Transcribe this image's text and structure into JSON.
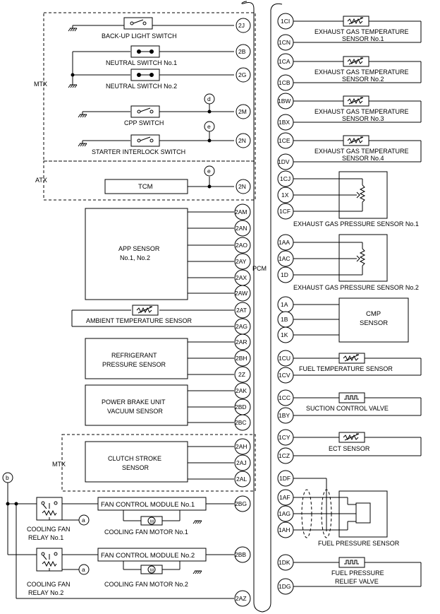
{
  "connector": {
    "label": "PCM"
  },
  "groups": {
    "mtx_top": "MTX",
    "atx": "ATX",
    "mtx_clutch": "MTX"
  },
  "left_items": [
    {
      "pin": "2J",
      "label": "BACK-UP LIGHT SWITCH"
    },
    {
      "pin": "2B",
      "label": "NEUTRAL SWITCH No.1"
    },
    {
      "pin": "2G",
      "label": "NEUTRAL SWITCH No.2"
    },
    {
      "pin": "2M",
      "label": "CPP SWITCH"
    },
    {
      "pin": "2N",
      "label": "STARTER INTERLOCK SWITCH"
    },
    {
      "pin": "2N",
      "label": "TCM"
    }
  ],
  "junctions": {
    "d": "d",
    "e1": "e",
    "e2": "e",
    "a1": "a",
    "a2": "a",
    "b": "b"
  },
  "app_sensor": {
    "label_1": "APP SENSOR",
    "label_2": "No.1, No.2",
    "pins": [
      "2AM",
      "2AN",
      "2AO",
      "2AY",
      "2AX",
      "2AW"
    ]
  },
  "ambient": {
    "label": "AMBIENT TEMPERATURE SENSOR",
    "pins": [
      "2AT",
      "2AG"
    ]
  },
  "refrigerant": {
    "label_1": "REFRIGERANT",
    "label_2": "PRESSURE SENSOR",
    "pins": [
      "2AR",
      "2BH",
      "2Z"
    ]
  },
  "brake": {
    "label_1": "POWER BRAKE UNIT",
    "label_2": "VACUUM SENSOR",
    "pins": [
      "2AK",
      "2BD",
      "2BC"
    ]
  },
  "clutch": {
    "label_1": "CLUTCH STROKE",
    "label_2": "SENSOR",
    "pins": [
      "2AH",
      "2AJ",
      "2AL"
    ]
  },
  "fan1": {
    "module": "FAN CONTROL MODULE No.1",
    "pin": "2BG",
    "motor": "COOLING FAN MOTOR No.1",
    "relay_1": "COOLING FAN",
    "relay_2": "RELAY No.1"
  },
  "fan2": {
    "module": "FAN CONTROL MODULE No.2",
    "pin": "2BB",
    "motor": "COOLING FAN MOTOR No.2",
    "relay_1": "COOLING FAN",
    "relay_2": "RELAY No.2"
  },
  "bottom_pin": "2AZ",
  "motor_symbol": "M",
  "right": {
    "egt1": {
      "pins": [
        "1CI",
        "1CN"
      ],
      "label_1": "EXHAUST GAS TEMPERATURE",
      "label_2": "SENSOR No.1"
    },
    "egt2": {
      "pins": [
        "1CA",
        "1CB"
      ],
      "label_1": "EXHAUST GAS TEMPERATURE",
      "label_2": "SENSOR No.2"
    },
    "egt3": {
      "pins": [
        "1BW",
        "1BX"
      ],
      "label_1": "EXHAUST GAS TEMPERATURE",
      "label_2": "SENSOR No.3"
    },
    "egt4": {
      "pins": [
        "1CE",
        "1DV"
      ],
      "label_1": "EXHAUST GAS TEMPERATURE",
      "label_2": "SENSOR No.4"
    },
    "egp1": {
      "pins": [
        "1CJ",
        "1X",
        "1CF"
      ],
      "label": "EXHAUST GAS PRESSURE SENSOR No.1"
    },
    "egp2": {
      "pins": [
        "1AA",
        "1AC",
        "1D"
      ],
      "label": "EXHAUST GAS PRESSURE SENSOR No.2"
    },
    "cmp": {
      "pins": [
        "1A",
        "1B",
        "1K"
      ],
      "label_1": "CMP",
      "label_2": "SENSOR"
    },
    "fuel_temp": {
      "pins": [
        "1CU",
        "1CV"
      ],
      "label": "FUEL TEMPERATURE SENSOR"
    },
    "suction": {
      "pins": [
        "1CC",
        "1BY"
      ],
      "label": "SUCTION CONTROL VALVE"
    },
    "ect": {
      "pins": [
        "1CY",
        "1CZ"
      ],
      "label": "ECT SENSOR"
    },
    "fuel_press": {
      "pins": [
        "1DF",
        "1AF",
        "1AG",
        "1AH"
      ],
      "label": "FUEL PRESSURE SENSOR"
    },
    "relief": {
      "pins": [
        "1DK",
        "1DG"
      ],
      "label_1": "FUEL PRESSURE",
      "label_2": "RELIEF VALVE"
    }
  }
}
